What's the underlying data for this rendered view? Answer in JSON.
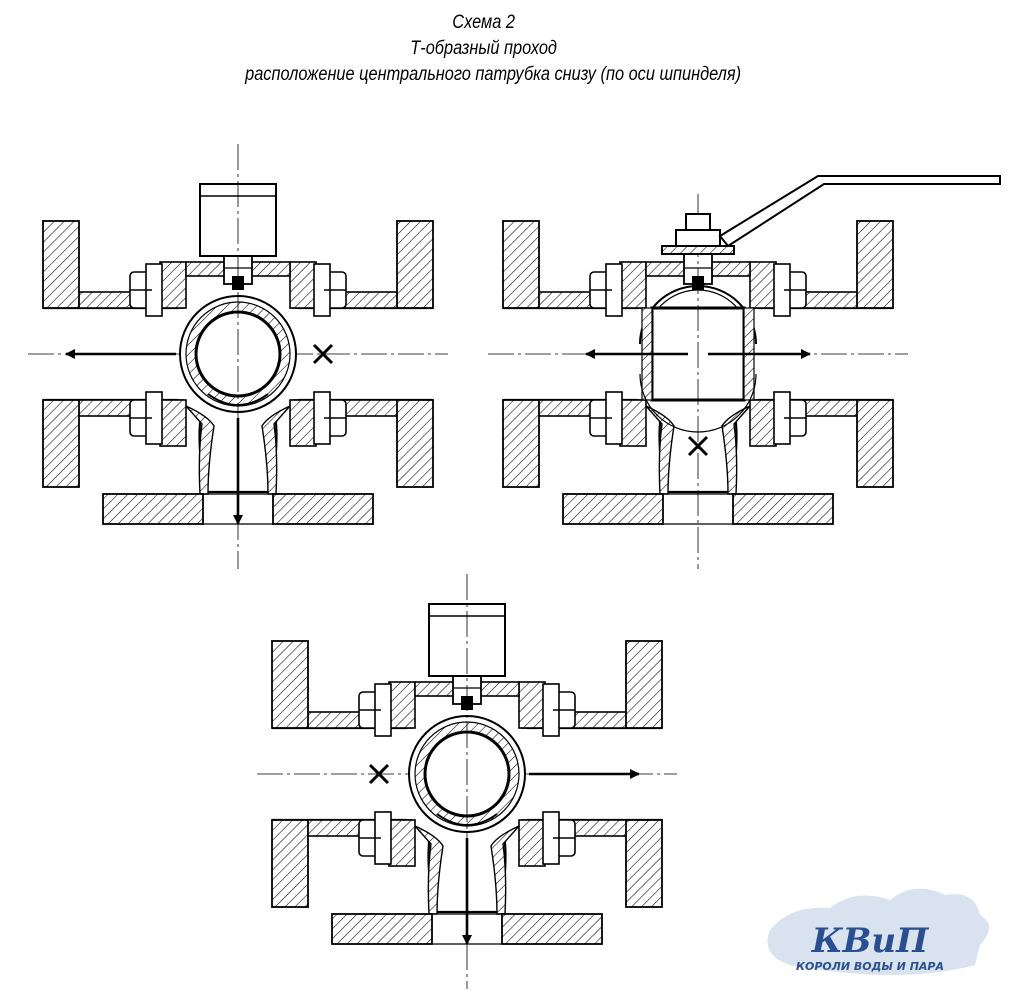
{
  "title": {
    "line1": "Схема 2",
    "line2": "Т-образный проход",
    "line3": "расположение центрального патрубка снизу (по оси шпинделя)"
  },
  "diagram": {
    "views": [
      {
        "id": "view-1",
        "actuator": "box",
        "ball_bore": "round",
        "flow": [
          "left",
          "down"
        ],
        "blocked": [
          "right"
        ]
      },
      {
        "id": "view-2",
        "actuator": "lever",
        "ball_bore": "straight",
        "flow": [
          "left",
          "right"
        ],
        "blocked": [
          "down"
        ]
      },
      {
        "id": "view-3",
        "actuator": "box",
        "ball_bore": "round",
        "flow": [
          "right",
          "down"
        ],
        "blocked": [
          "left"
        ]
      }
    ],
    "colors": {
      "line": "#000000",
      "hatch": "#000000",
      "background": "#ffffff",
      "logo_blue": "#2a4f8f",
      "logo_cloud": "#c9d6e8"
    }
  },
  "logo": {
    "main": "КВиП",
    "sub": "КОРОЛИ ВОДЫ И ПАРА"
  }
}
